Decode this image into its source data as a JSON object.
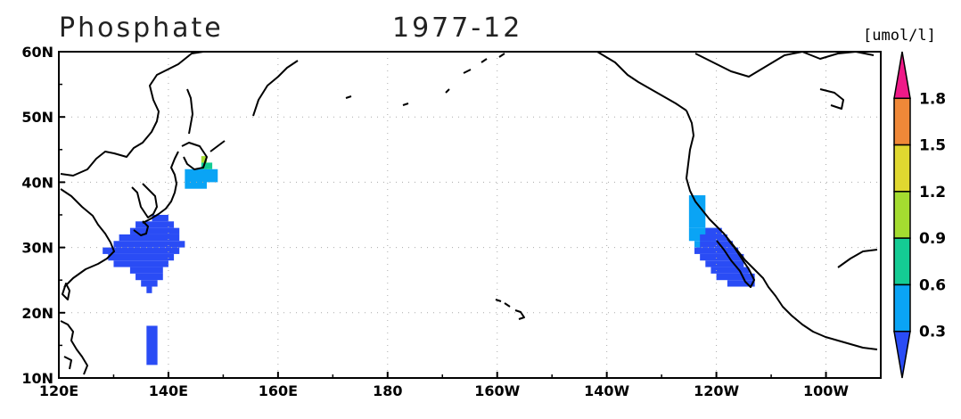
{
  "title": {
    "variable": "Phosphate",
    "date": "1977-12"
  },
  "colorbar": {
    "unit": "[umol/l]",
    "tick_labels": [
      "0.3",
      "0.6",
      "0.9",
      "1.2",
      "1.5",
      "1.8"
    ],
    "levels": [
      0.3,
      0.6,
      0.9,
      1.2,
      1.5,
      1.8
    ],
    "colors": [
      "#2a4cf5",
      "#0aa4f5",
      "#14cc94",
      "#a4dc30",
      "#e0d830",
      "#ef8838",
      "#ef1a88"
    ]
  },
  "map": {
    "lon_range": [
      120,
      270
    ],
    "lat_range": [
      10,
      60
    ],
    "lon_tick_labels": [
      "120E",
      "140E",
      "160E",
      "180",
      "160W",
      "140W",
      "120W",
      "100W"
    ],
    "lon_ticks": [
      120,
      140,
      160,
      180,
      200,
      220,
      240,
      260
    ],
    "lat_tick_labels": [
      "10N",
      "20N",
      "30N",
      "40N",
      "50N",
      "60N"
    ],
    "lat_ticks": [
      10,
      20,
      30,
      40,
      50,
      60
    ],
    "grid": "dotted"
  },
  "chart_data": {
    "type": "heatmap",
    "cell_size_deg": 1,
    "note_units": "umol/l",
    "regions": [
      {
        "name_hidden": true,
        "lat_min": 29,
        "lat_max": 30,
        "lon_min": 128,
        "lon_max": 142,
        "value": 0.2
      },
      {
        "name_hidden": true,
        "lat_min": 28,
        "lat_max": 29,
        "lon_min": 129,
        "lon_max": 141,
        "value": 0.2
      },
      {
        "name_hidden": true,
        "lat_min": 30,
        "lat_max": 31,
        "lon_min": 130,
        "lon_max": 143,
        "value": 0.2
      },
      {
        "name_hidden": true,
        "lat_min": 31,
        "lat_max": 32,
        "lon_min": 131,
        "lon_max": 142,
        "value": 0.2
      },
      {
        "name_hidden": true,
        "lat_min": 32,
        "lat_max": 33,
        "lon_min": 133,
        "lon_max": 142,
        "value": 0.2
      },
      {
        "name_hidden": true,
        "lat_min": 33,
        "lat_max": 34,
        "lon_min": 134,
        "lon_max": 141,
        "value": 0.2
      },
      {
        "name_hidden": true,
        "lat_min": 34,
        "lat_max": 35,
        "lon_min": 137,
        "lon_max": 140,
        "value": 0.2
      },
      {
        "name_hidden": true,
        "lat_min": 27,
        "lat_max": 28,
        "lon_min": 130,
        "lon_max": 140,
        "value": 0.2
      },
      {
        "name_hidden": true,
        "lat_min": 26,
        "lat_max": 27,
        "lon_min": 133,
        "lon_max": 139,
        "value": 0.2
      },
      {
        "name_hidden": true,
        "lat_min": 25,
        "lat_max": 26,
        "lon_min": 134,
        "lon_max": 139,
        "value": 0.2
      },
      {
        "name_hidden": true,
        "lat_min": 24,
        "lat_max": 25,
        "lon_min": 135,
        "lon_max": 138,
        "value": 0.2
      },
      {
        "name_hidden": true,
        "lat_min": 23,
        "lat_max": 24,
        "lon_min": 136,
        "lon_max": 137,
        "value": 0.2
      },
      {
        "name_hidden": true,
        "lat_min": 12,
        "lat_max": 18,
        "lon_min": 136,
        "lon_max": 138,
        "value": 0.2
      },
      {
        "name_hidden": true,
        "lat_min": 39,
        "lat_max": 42,
        "lon_min": 143,
        "lon_max": 147,
        "value": 0.4
      },
      {
        "name_hidden": true,
        "lat_min": 40,
        "lat_max": 42,
        "lon_min": 146,
        "lon_max": 149,
        "value": 0.4
      },
      {
        "name_hidden": true,
        "lat_min": 42,
        "lat_max": 43,
        "lon_min": 146,
        "lon_max": 148,
        "value": 0.8
      },
      {
        "name_hidden": true,
        "lat_min": 43,
        "lat_max": 44,
        "lon_min": 146,
        "lon_max": 147,
        "value": 1.0
      },
      {
        "name_hidden": true,
        "lat_min": 33,
        "lat_max": 38,
        "lon_min": 235,
        "lon_max": 238,
        "value": 0.4
      },
      {
        "name_hidden": true,
        "lat_min": 31,
        "lat_max": 33,
        "lon_min": 235,
        "lon_max": 240,
        "value": 0.4
      },
      {
        "name_hidden": true,
        "lat_min": 30,
        "lat_max": 31,
        "lon_min": 236,
        "lon_max": 239,
        "value": 0.4
      },
      {
        "name_hidden": true,
        "lat_min": 32,
        "lat_max": 33,
        "lon_min": 238,
        "lon_max": 241,
        "value": 0.2
      },
      {
        "name_hidden": true,
        "lat_min": 31,
        "lat_max": 32,
        "lon_min": 237,
        "lon_max": 242,
        "value": 0.2
      },
      {
        "name_hidden": true,
        "lat_min": 30,
        "lat_max": 31,
        "lon_min": 237,
        "lon_max": 243,
        "value": 0.2
      },
      {
        "name_hidden": true,
        "lat_min": 29,
        "lat_max": 30,
        "lon_min": 236,
        "lon_max": 244,
        "value": 0.2
      },
      {
        "name_hidden": true,
        "lat_min": 28,
        "lat_max": 29,
        "lon_min": 237,
        "lon_max": 245,
        "value": 0.2
      },
      {
        "name_hidden": true,
        "lat_min": 27,
        "lat_max": 28,
        "lon_min": 238,
        "lon_max": 245,
        "value": 0.2
      },
      {
        "name_hidden": true,
        "lat_min": 26,
        "lat_max": 27,
        "lon_min": 239,
        "lon_max": 246,
        "value": 0.2
      },
      {
        "name_hidden": true,
        "lat_min": 25,
        "lat_max": 26,
        "lon_min": 240,
        "lon_max": 247,
        "value": 0.2
      },
      {
        "name_hidden": true,
        "lat_min": 24,
        "lat_max": 25,
        "lon_min": 242,
        "lon_max": 247,
        "value": 0.2
      }
    ]
  }
}
